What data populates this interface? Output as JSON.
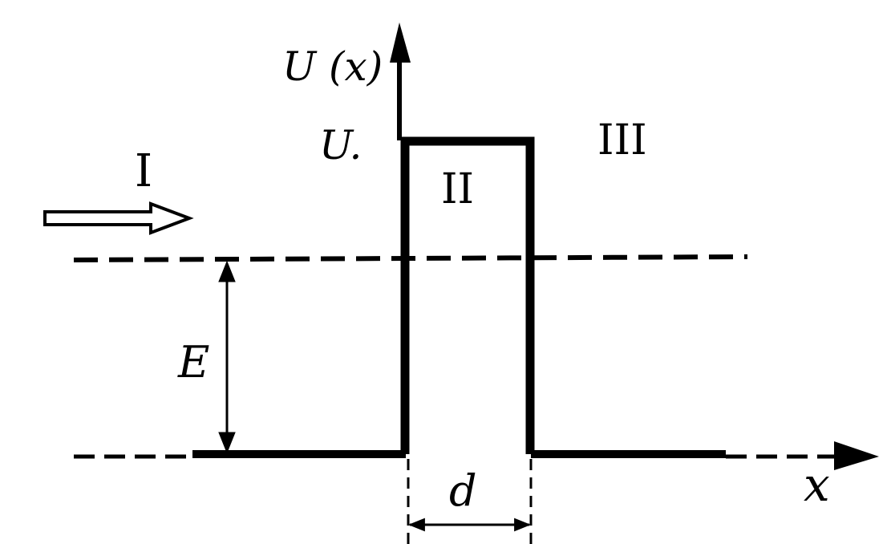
{
  "diagram": {
    "axis_labels": {
      "y": "U (x)",
      "x": "x"
    },
    "barrier_height_label": "U.",
    "energy_label": "E",
    "width_label": "d",
    "regions": [
      "I",
      "II",
      "III"
    ],
    "colors": {
      "ink": "#000000",
      "background": "#ffffff"
    }
  }
}
